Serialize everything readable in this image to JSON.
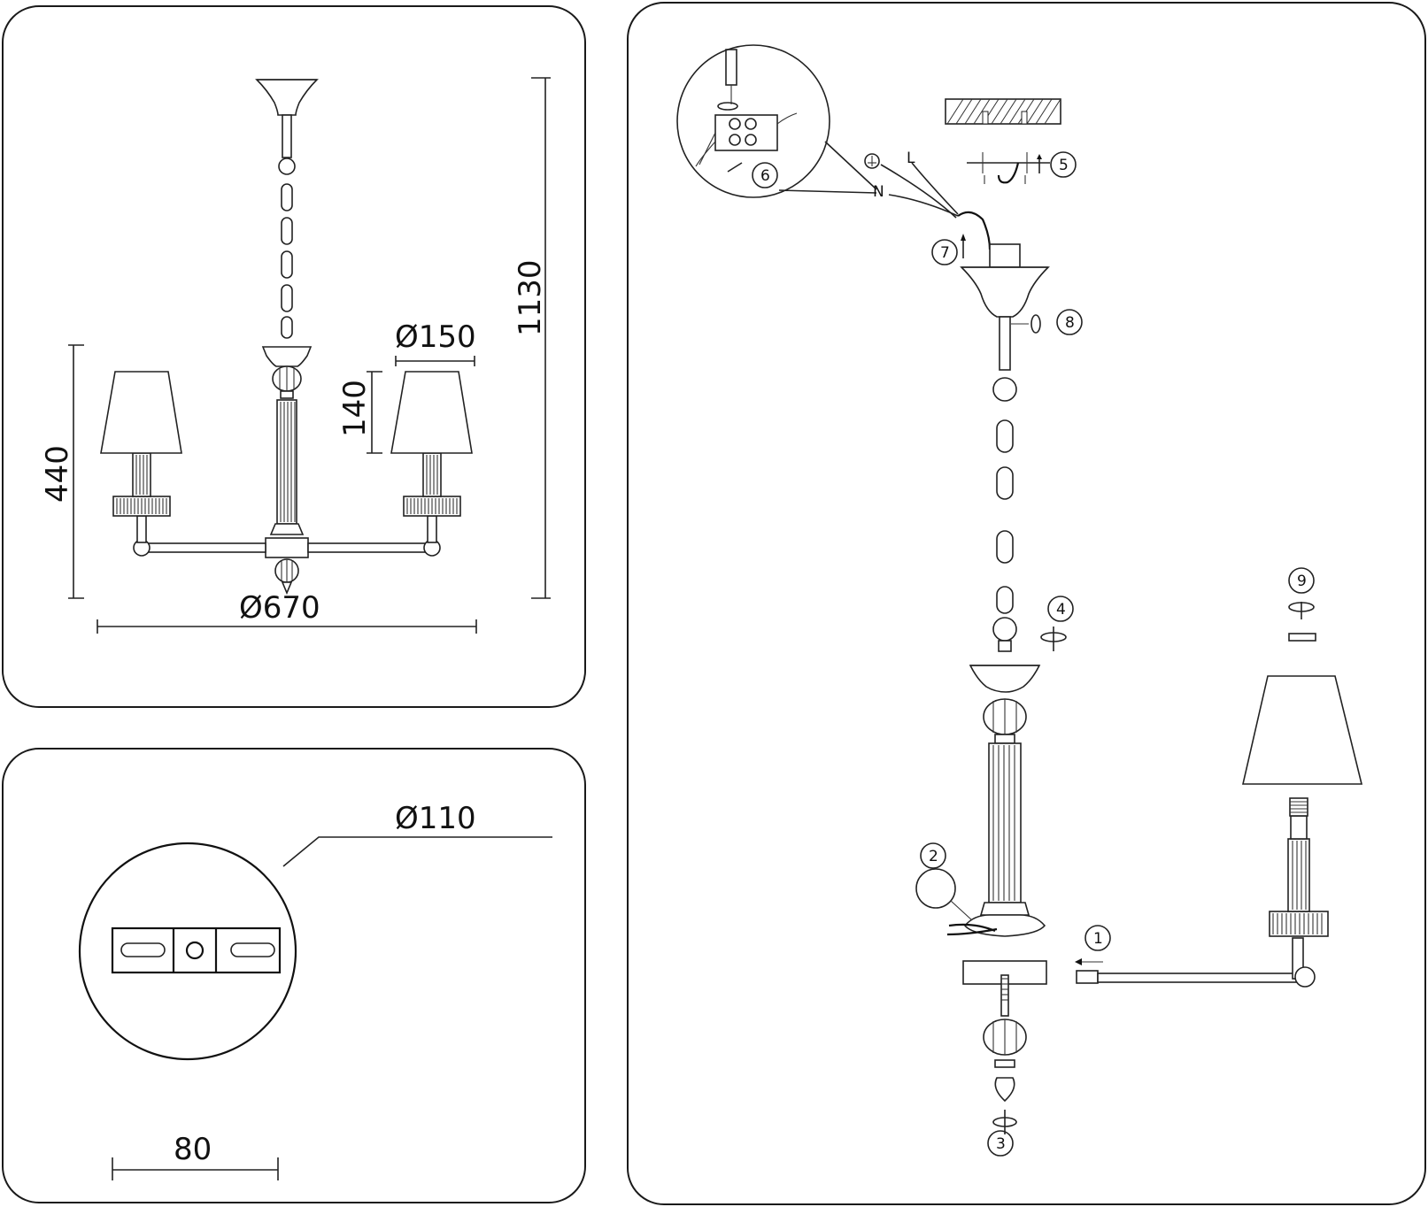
{
  "dimensions": {
    "height_total": "1130",
    "height_body": "440",
    "shade_height": "140",
    "shade_diameter": "Ø150",
    "span_diameter": "Ø670",
    "canopy_diameter": "Ø110",
    "bracket_width": "80"
  },
  "wiring_labels": {
    "live": "L",
    "neutral": "N"
  },
  "steps": [
    "1",
    "2",
    "3",
    "4",
    "5",
    "6",
    "7",
    "8",
    "9"
  ]
}
